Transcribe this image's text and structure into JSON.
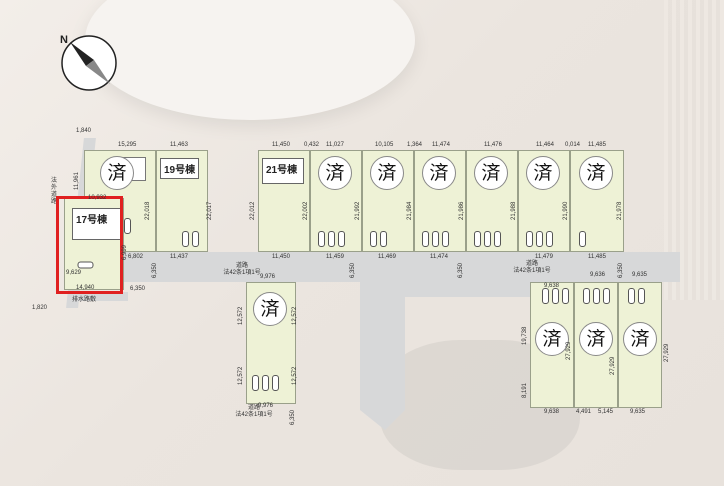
{
  "lots": {
    "lot17_label": "17号棟",
    "lot19_label": "19号棟",
    "lot21_label": "21号棟",
    "sold_mark": "済"
  },
  "roads": {
    "main_road": [
      "道路",
      "法42条1項1号"
    ],
    "right_road": [
      "道路",
      "法42条1項1号"
    ],
    "bottom_road": [
      "道路",
      "法42条1項1号"
    ],
    "left_road": [
      "法",
      "外",
      "道",
      "路"
    ],
    "drain": "排水路敷"
  },
  "dims": {
    "d1840": "1,840",
    "d15295": "15,295",
    "d11463": "11,463",
    "d11450a": "11,450",
    "d0432": "0,432",
    "d11027": "11,027",
    "d10105": "10,105",
    "d1364": "1,364",
    "d11474a": "11,474",
    "d11476": "11,476",
    "d11464": "11,464",
    "d0014": "0,014",
    "d11485a": "11,485",
    "d10932": "10,932",
    "d11961": "11,961",
    "d22018": "22,018",
    "d22017": "22,017",
    "d22012": "22,012",
    "d22002": "22,002",
    "d21992": "21,992",
    "d21984": "21,984",
    "d21986": "21,986",
    "d21988": "21,988",
    "d21990": "21,990",
    "d21978": "21,978",
    "d6802": "6,802",
    "d11437": "11,437",
    "d11450b": "11,450",
    "d11459": "11,459",
    "d11469": "11,469",
    "d11474b": "11,474",
    "d11479": "11,479",
    "d11485b": "11,485",
    "d6350a": "6,350",
    "d6350b": "6,350",
    "d6350c": "6,350",
    "d6350d": "6,350",
    "d6350e": "6,350",
    "d6350f": "6,350",
    "d9976a": "9,976",
    "d9636a": "9,636",
    "d9635a": "9,635",
    "d9629": "9,629",
    "d14940": "14,940",
    "d1820": "1,820",
    "d6999": "6,999",
    "d12572a": "12,572",
    "d12572b": "12,572",
    "d12572c": "12,572",
    "d12572d": "12,572",
    "d9976b": "9,976",
    "d9638a": "9,638",
    "d19738": "19,738",
    "d27929a": "27,929",
    "d27929b": "27,929",
    "d27929c": "27,929",
    "d8191": "8,191",
    "d9638b": "9,638",
    "d4491": "4,491",
    "d5145": "5,145",
    "d9635b": "9,635"
  }
}
